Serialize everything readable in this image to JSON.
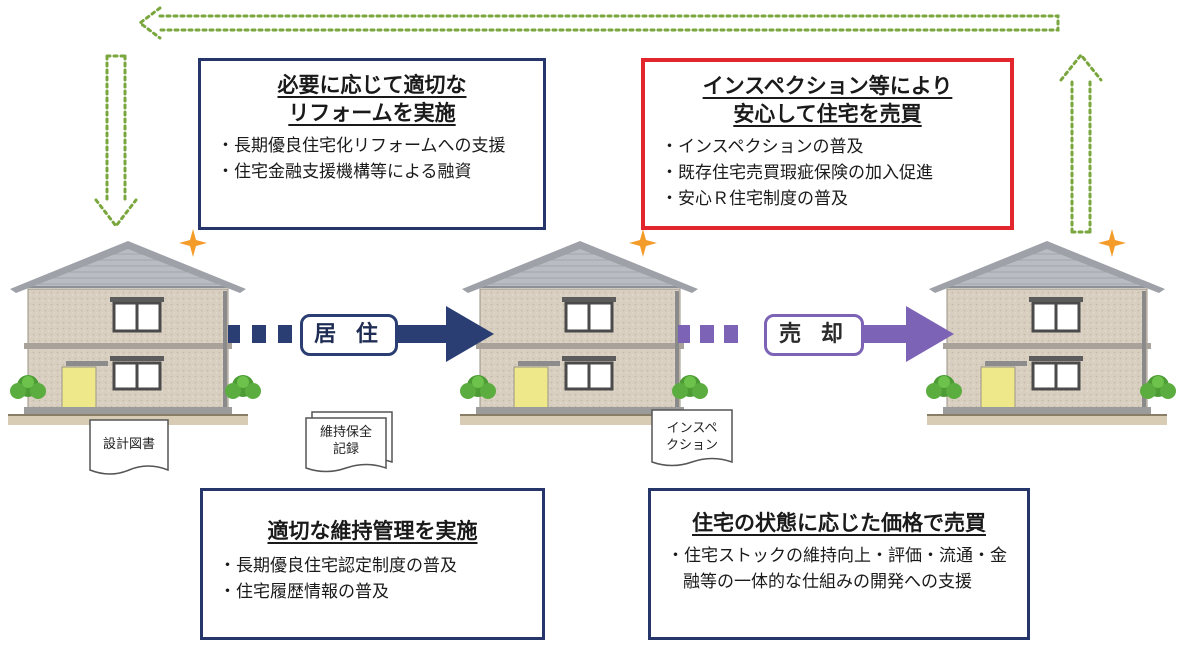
{
  "boxes": {
    "reform": {
      "title_lines": [
        "必要に応じて適切な",
        "リフォームを実施"
      ],
      "items": [
        "長期優良住宅化リフォームへの支援",
        "住宅金融支援機構等による融資"
      ]
    },
    "inspection": {
      "title_lines": [
        "インスペクション等により",
        "安心して住宅を売買"
      ],
      "items": [
        "インスペクションの普及",
        "既存住宅売買瑕疵保険の加入促進",
        "安心Ｒ住宅制度の普及"
      ]
    },
    "maintenance": {
      "title": "適切な維持管理を実施",
      "items": [
        "長期優良住宅認定制度の普及",
        "住宅履歴情報の普及"
      ]
    },
    "pricing": {
      "title": "住宅の状態に応じた価格で売買",
      "items": [
        "住宅ストックの維持向上・評価・流通・金融等の一体的な仕組みの開発への支援"
      ]
    }
  },
  "stages": {
    "residence": "居 住",
    "sale": "売 却"
  },
  "documents": {
    "design": "設計図書",
    "maintenance_record_lines": [
      "維持保全",
      "記録"
    ],
    "inspection_lines": [
      "インスペ",
      "クション"
    ]
  },
  "colors": {
    "navy_arrow": "#2b3e73",
    "purple_arrow": "#7d63b5",
    "dotted_green": "#7aa63e",
    "red_border": "#e2262b",
    "spark_orange": "#f39c2a"
  },
  "icons": [
    "house-icon",
    "sparkle-icon",
    "document-icon",
    "bush-icon"
  ]
}
